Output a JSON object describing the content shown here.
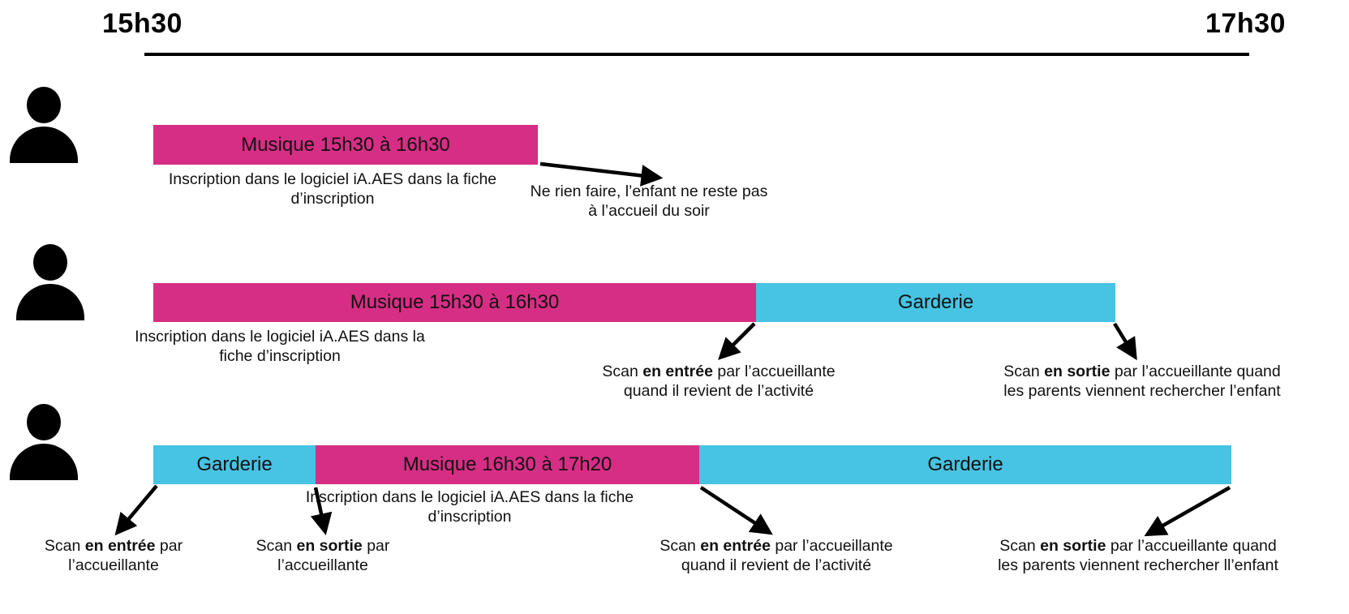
{
  "timeline": {
    "start_label": "15h30",
    "end_label": "17h30"
  },
  "colors": {
    "activity": "#d62e84",
    "garderie": "#47c3e3",
    "ink": "#000000"
  },
  "person_icon": "person-silhouette",
  "rows": [
    {
      "bars": [
        {
          "kind": "activity",
          "label": "Musique 15h30 à 16h30"
        }
      ],
      "note": {
        "line1": "Inscription dans le logiciel iA.AES dans la fiche",
        "line2": "d’inscription"
      },
      "annotations": [
        {
          "pre1": "Ne rien faire, l’enfant ne reste pas",
          "bold1": "",
          "post1": "",
          "pre2": "à l’accueil du soir",
          "bold2": "",
          "post2": ""
        }
      ]
    },
    {
      "bars": [
        {
          "kind": "activity",
          "label": "Musique 15h30 à 16h30"
        },
        {
          "kind": "garderie",
          "label": "Garderie"
        }
      ],
      "note": {
        "line1": "Inscription dans le logiciel iA.AES dans la",
        "line2": "fiche d’inscription"
      },
      "annotations": [
        {
          "pre1": "Scan ",
          "bold1": "en entrée",
          "post1": " par l’accueillante",
          "pre2": "quand il revient de l’activité",
          "bold2": "",
          "post2": ""
        },
        {
          "pre1": "Scan ",
          "bold1": "en sortie",
          "post1": " par l’accueillante quand",
          "pre2": "les parents viennent rechercher l’enfant",
          "bold2": "",
          "post2": ""
        }
      ]
    },
    {
      "bars": [
        {
          "kind": "garderie",
          "label": "Garderie"
        },
        {
          "kind": "activity",
          "label": "Musique 16h30 à 17h20"
        },
        {
          "kind": "garderie",
          "label": "Garderie"
        }
      ],
      "note": {
        "line1": "Inscription dans le logiciel iA.AES dans la fiche",
        "line2": "d’inscription"
      },
      "annotations": [
        {
          "pre1": "Scan ",
          "bold1": "en entrée",
          "post1": " par",
          "pre2": "l’accueillante",
          "bold2": "",
          "post2": ""
        },
        {
          "pre1": "Scan ",
          "bold1": "en sortie",
          "post1": " par",
          "pre2": "l’accueillante",
          "bold2": "",
          "post2": ""
        },
        {
          "pre1": "Scan ",
          "bold1": "en entrée",
          "post1": " par l’accueillante",
          "pre2": "quand il revient de l’activité",
          "bold2": "",
          "post2": ""
        },
        {
          "pre1": "Scan ",
          "bold1": "en sortie",
          "post1": " par l’accueillante quand",
          "pre2": "les parents viennent rechercher ll’enfant",
          "bold2": "",
          "post2": ""
        }
      ]
    }
  ]
}
